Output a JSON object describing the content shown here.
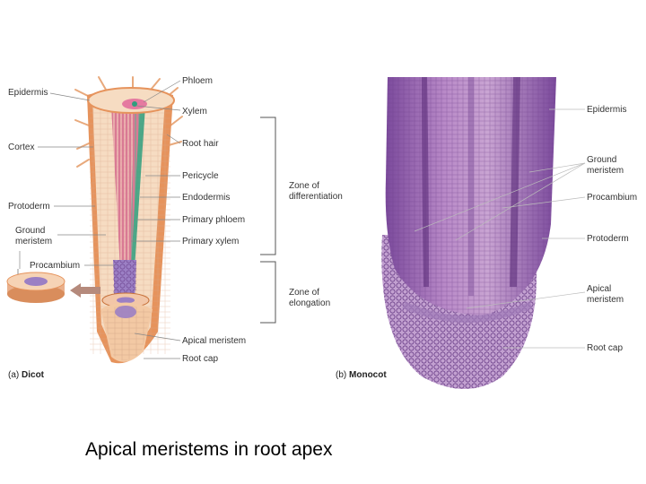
{
  "dicot": {
    "panel_prefix": "(a)",
    "panel_name": "Dicot",
    "labels": {
      "epidermis": "Epidermis",
      "cortex": "Cortex",
      "protoderm": "Protoderm",
      "ground_meristem_1": "Ground",
      "ground_meristem_2": "meristem",
      "procambium": "Procambium",
      "phloem": "Phloem",
      "xylem": "Xylem",
      "root_hair": "Root hair",
      "pericycle": "Pericycle",
      "endodermis": "Endodermis",
      "primary_phloem": "Primary phloem",
      "primary_xylem": "Primary xylem",
      "apical_meristem": "Apical meristem",
      "root_cap": "Root cap"
    }
  },
  "zones": {
    "differentiation_1": "Zone of",
    "differentiation_2": "differentiation",
    "elongation_1": "Zone of",
    "elongation_2": "elongation"
  },
  "monocot": {
    "panel_prefix": "(b)",
    "panel_name": "Monocot",
    "labels": {
      "epidermis": "Epidermis",
      "ground_meristem_1": "Ground",
      "ground_meristem_2": "meristem",
      "procambium": "Procambium",
      "protoderm": "Protoderm",
      "apical_meristem_1": "Apical",
      "apical_meristem_2": "meristem",
      "root_cap": "Root cap"
    }
  },
  "caption": "Apical meristems in root apex",
  "colors": {
    "cortex": "#f6dcc2",
    "epidermis": "#e6935c",
    "xylem": "#e0879c",
    "phloem": "#2f9e7e",
    "procambium": "#9b7fc4",
    "monocot_tissue": "#8a5aa6"
  }
}
